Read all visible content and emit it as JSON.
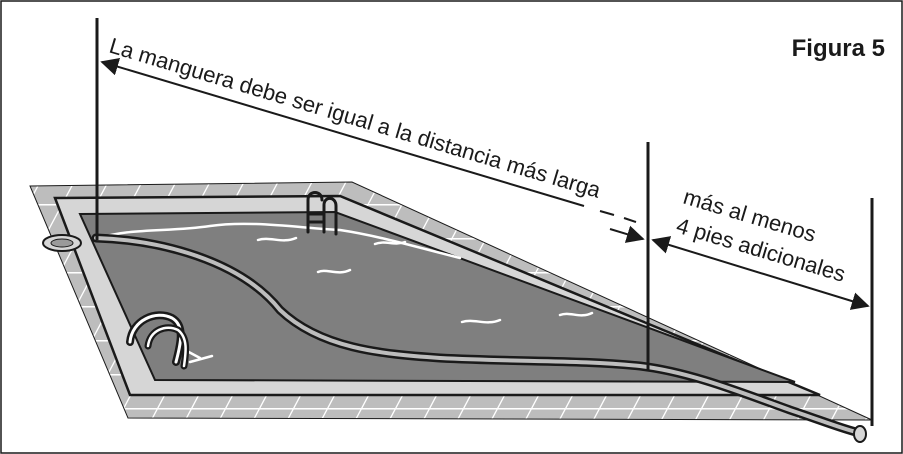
{
  "figure": {
    "title": "Figura 5",
    "label_long_distance": "La manguera debe ser igual a la distancia más larga",
    "label_extra_line1": "más al menos",
    "label_extra_line2": "4 pies adicionales"
  },
  "colors": {
    "deck_tile": "#bdbdbd",
    "tile_line": "#ffffff",
    "coping": "#d6d6d6",
    "water": "#7f7f7f",
    "ink": "#1a1a1a"
  }
}
